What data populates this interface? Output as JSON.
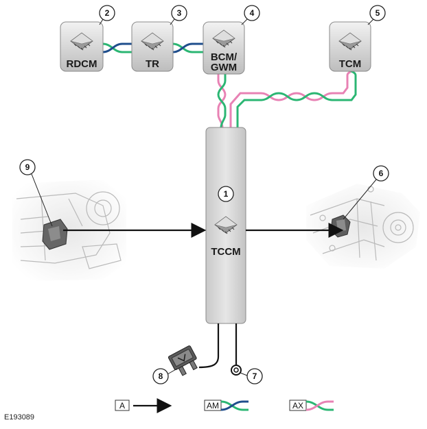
{
  "modules": {
    "rdcm": "RDCM",
    "tr": "TR",
    "bcm_line1": "BCM/",
    "bcm_line2": "GWM",
    "tcm": "TCM",
    "tccm": "TCCM"
  },
  "callouts": [
    "1",
    "2",
    "3",
    "4",
    "5",
    "6",
    "7",
    "8",
    "9"
  ],
  "legend": {
    "a_label": "A",
    "am_label": "AM",
    "ax_label": "AX"
  },
  "figure_id": "E193089",
  "colors": {
    "can_green": "#2bb673",
    "can_pink": "#e882b4",
    "can_blue": "#1f4e8c",
    "module_grey": "#d4d4d4"
  }
}
